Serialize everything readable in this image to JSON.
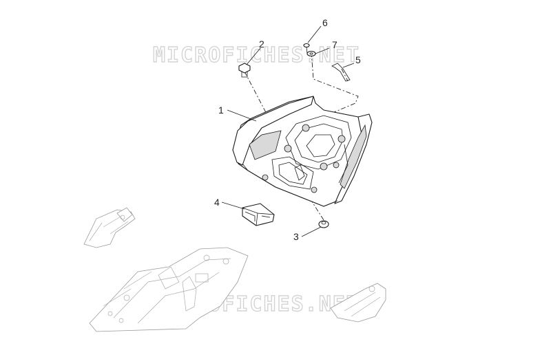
{
  "watermark": {
    "text": "MICROFICHES.NET"
  },
  "callouts": {
    "c1": "1",
    "c2": "2",
    "c3": "3",
    "c4": "4",
    "c5": "5",
    "c6": "6",
    "c7": "7"
  }
}
